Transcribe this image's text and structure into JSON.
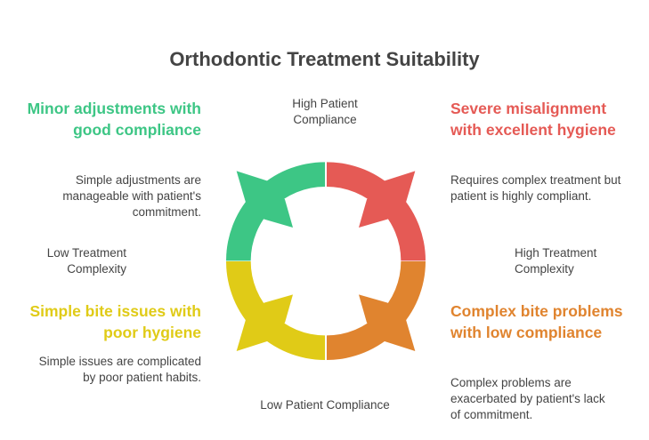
{
  "title": "Orthodontic Treatment Suitability",
  "axes": {
    "top": "High Patient Compliance",
    "bottom": "Low Patient Compliance",
    "left": "Low Treatment Complexity",
    "right": "High Treatment Complexity"
  },
  "quadrants": [
    {
      "heading": "Minor adjustments with good compliance",
      "description": "Simple adjustments are manageable with patient's commitment.",
      "color": "#3dc685"
    },
    {
      "heading": "Severe misalignment with excellent hygiene",
      "description": "Requires complex treatment but patient is highly compliant.",
      "color": "#e55a55"
    },
    {
      "heading": "Simple bite issues with poor hygiene",
      "description": "Simple issues are complicated by poor patient habits.",
      "color": "#e0cb17"
    },
    {
      "heading": "Complex bite problems with low compliance",
      "description": "Complex problems are exacerbated by patient's lack of commitment.",
      "color": "#e0842f"
    }
  ]
}
